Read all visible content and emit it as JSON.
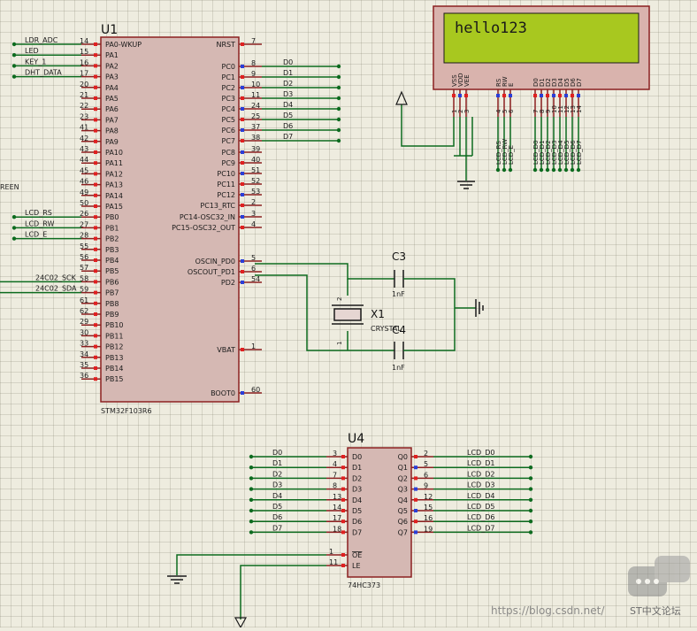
{
  "u1": {
    "ref": "U1",
    "part": "STM32F103R6",
    "left_pins": [
      {
        "num": "14",
        "name": "PA0-WKUP",
        "net": "LDR_ADC"
      },
      {
        "num": "15",
        "name": "PA1",
        "net": "LED"
      },
      {
        "num": "16",
        "name": "PA2",
        "net": "KEY_1"
      },
      {
        "num": "17",
        "name": "PA3",
        "net": "DHT_DATA"
      },
      {
        "num": "20",
        "name": "PA4",
        "net": ""
      },
      {
        "num": "21",
        "name": "PA5",
        "net": ""
      },
      {
        "num": "22",
        "name": "PA6",
        "net": ""
      },
      {
        "num": "23",
        "name": "PA7",
        "net": ""
      },
      {
        "num": "41",
        "name": "PA8",
        "net": ""
      },
      {
        "num": "42",
        "name": "PA9",
        "net": ""
      },
      {
        "num": "43",
        "name": "PA10",
        "net": ""
      },
      {
        "num": "44",
        "name": "PA11",
        "net": ""
      },
      {
        "num": "45",
        "name": "PA12",
        "net": ""
      },
      {
        "num": "46",
        "name": "PA13",
        "net": ""
      },
      {
        "num": "49",
        "name": "PA14",
        "net": ""
      },
      {
        "num": "50",
        "name": "PA15",
        "net": ""
      },
      {
        "num": "26",
        "name": "PB0",
        "net": "LCD_RS"
      },
      {
        "num": "27",
        "name": "PB1",
        "net": "LCD_RW"
      },
      {
        "num": "28",
        "name": "PB2",
        "net": "LCD_E"
      },
      {
        "num": "55",
        "name": "PB3",
        "net": ""
      },
      {
        "num": "56",
        "name": "PB4",
        "net": ""
      },
      {
        "num": "57",
        "name": "PB5",
        "net": ""
      },
      {
        "num": "58",
        "name": "PB6",
        "net": "24C02_SCK"
      },
      {
        "num": "59",
        "name": "PB7",
        "net": "24C02_SDA"
      },
      {
        "num": "61",
        "name": "PB8",
        "net": ""
      },
      {
        "num": "62",
        "name": "PB9",
        "net": ""
      },
      {
        "num": "29",
        "name": "PB10",
        "net": ""
      },
      {
        "num": "30",
        "name": "PB11",
        "net": ""
      },
      {
        "num": "33",
        "name": "PB12",
        "net": ""
      },
      {
        "num": "34",
        "name": "PB13",
        "net": ""
      },
      {
        "num": "35",
        "name": "PB14",
        "net": ""
      },
      {
        "num": "36",
        "name": "PB15",
        "net": ""
      }
    ],
    "right_pins": [
      {
        "num": "7",
        "name": "NRST",
        "net": ""
      },
      {
        "num": "8",
        "name": "PC0",
        "net": "D0"
      },
      {
        "num": "9",
        "name": "PC1",
        "net": "D1"
      },
      {
        "num": "10",
        "name": "PC2",
        "net": "D2"
      },
      {
        "num": "11",
        "name": "PC3",
        "net": "D3"
      },
      {
        "num": "24",
        "name": "PC4",
        "net": "D4"
      },
      {
        "num": "25",
        "name": "PC5",
        "net": "D5"
      },
      {
        "num": "37",
        "name": "PC6",
        "net": "D6"
      },
      {
        "num": "38",
        "name": "PC7",
        "net": "D7"
      },
      {
        "num": "39",
        "name": "PC8",
        "net": ""
      },
      {
        "num": "40",
        "name": "PC9",
        "net": ""
      },
      {
        "num": "51",
        "name": "PC10",
        "net": ""
      },
      {
        "num": "52",
        "name": "PC11",
        "net": ""
      },
      {
        "num": "53",
        "name": "PC12",
        "net": ""
      },
      {
        "num": "2",
        "name": "PC13_RTC",
        "net": ""
      },
      {
        "num": "3",
        "name": "PC14-OSC32_IN",
        "net": ""
      },
      {
        "num": "4",
        "name": "PC15-OSC32_OUT",
        "net": ""
      },
      {
        "num": "5",
        "name": "OSCIN_PD0",
        "net": ""
      },
      {
        "num": "6",
        "name": "OSCOUT_PD1",
        "net": ""
      },
      {
        "num": "54",
        "name": "PD2",
        "net": ""
      },
      {
        "num": "1",
        "name": "VBAT",
        "net": ""
      },
      {
        "num": "60",
        "name": "BOOT0",
        "net": ""
      }
    ]
  },
  "left_edge_label": "REEN",
  "lcd": {
    "text": "hello123",
    "pins": [
      {
        "num": "1",
        "name": "VSS",
        "net": ""
      },
      {
        "num": "2",
        "name": "VDD",
        "net": ""
      },
      {
        "num": "3",
        "name": "VEE",
        "net": ""
      },
      {
        "num": "4",
        "name": "RS",
        "net": "LCD_RS"
      },
      {
        "num": "5",
        "name": "RW",
        "net": "LCD_RW"
      },
      {
        "num": "6",
        "name": "E",
        "net": "LCD_E"
      },
      {
        "num": "7",
        "name": "D0",
        "net": "LCD_D0"
      },
      {
        "num": "8",
        "name": "D1",
        "net": "LCD_D1"
      },
      {
        "num": "9",
        "name": "D2",
        "net": "LCD_D2"
      },
      {
        "num": "10",
        "name": "D3",
        "net": "LCD_D3"
      },
      {
        "num": "11",
        "name": "D4",
        "net": "LCD_D4"
      },
      {
        "num": "12",
        "name": "D5",
        "net": "LCD_D5"
      },
      {
        "num": "13",
        "name": "D6",
        "net": "LCD_D6"
      },
      {
        "num": "14",
        "name": "D7",
        "net": "LCD_D7"
      }
    ]
  },
  "crystal": {
    "c3": {
      "ref": "C3",
      "value": "1nF"
    },
    "c4": {
      "ref": "C4",
      "value": "1nF"
    },
    "x1": {
      "ref": "X1",
      "part": "CRYSTAL",
      "pin1": "1",
      "pin2": "2"
    }
  },
  "u4": {
    "ref": "U4",
    "part": "74HC373",
    "left_pins": [
      {
        "num": "3",
        "name": "D0",
        "net": "D0"
      },
      {
        "num": "4",
        "name": "D1",
        "net": "D1"
      },
      {
        "num": "7",
        "name": "D2",
        "net": "D2"
      },
      {
        "num": "8",
        "name": "D3",
        "net": "D3"
      },
      {
        "num": "13",
        "name": "D4",
        "net": "D4"
      },
      {
        "num": "14",
        "name": "D5",
        "net": "D5"
      },
      {
        "num": "17",
        "name": "D6",
        "net": "D6"
      },
      {
        "num": "18",
        "name": "D7",
        "net": "D7"
      }
    ],
    "right_pins": [
      {
        "num": "2",
        "name": "Q0",
        "net": "LCD_D0"
      },
      {
        "num": "5",
        "name": "Q1",
        "net": "LCD_D1"
      },
      {
        "num": "6",
        "name": "Q2",
        "net": "LCD_D2"
      },
      {
        "num": "9",
        "name": "Q3",
        "net": "LCD_D3"
      },
      {
        "num": "12",
        "name": "Q4",
        "net": "LCD_D4"
      },
      {
        "num": "15",
        "name": "Q5",
        "net": "LCD_D5"
      },
      {
        "num": "16",
        "name": "Q6",
        "net": "LCD_D6"
      },
      {
        "num": "19",
        "name": "Q7",
        "net": "LCD_D7"
      }
    ],
    "ctrl_pins": [
      {
        "num": "1",
        "name": "OE"
      },
      {
        "num": "11",
        "name": "LE"
      }
    ]
  },
  "watermark": {
    "url": "https://blog.csdn.net/",
    "brand": "ST中文论坛"
  },
  "colors": {
    "background": "#eeecdf",
    "grid": "#c9c7b8",
    "chip_fill": "#d5b8b3",
    "chip_border": "#8b2020",
    "wire": "#0d6b1f",
    "pin": "#8b2020",
    "lcd_screen": "#a8c81f",
    "lcd_frame": "#d9b3ad",
    "pin_red_marker": "#e02020",
    "pin_blue_marker": "#2a3ed8"
  }
}
